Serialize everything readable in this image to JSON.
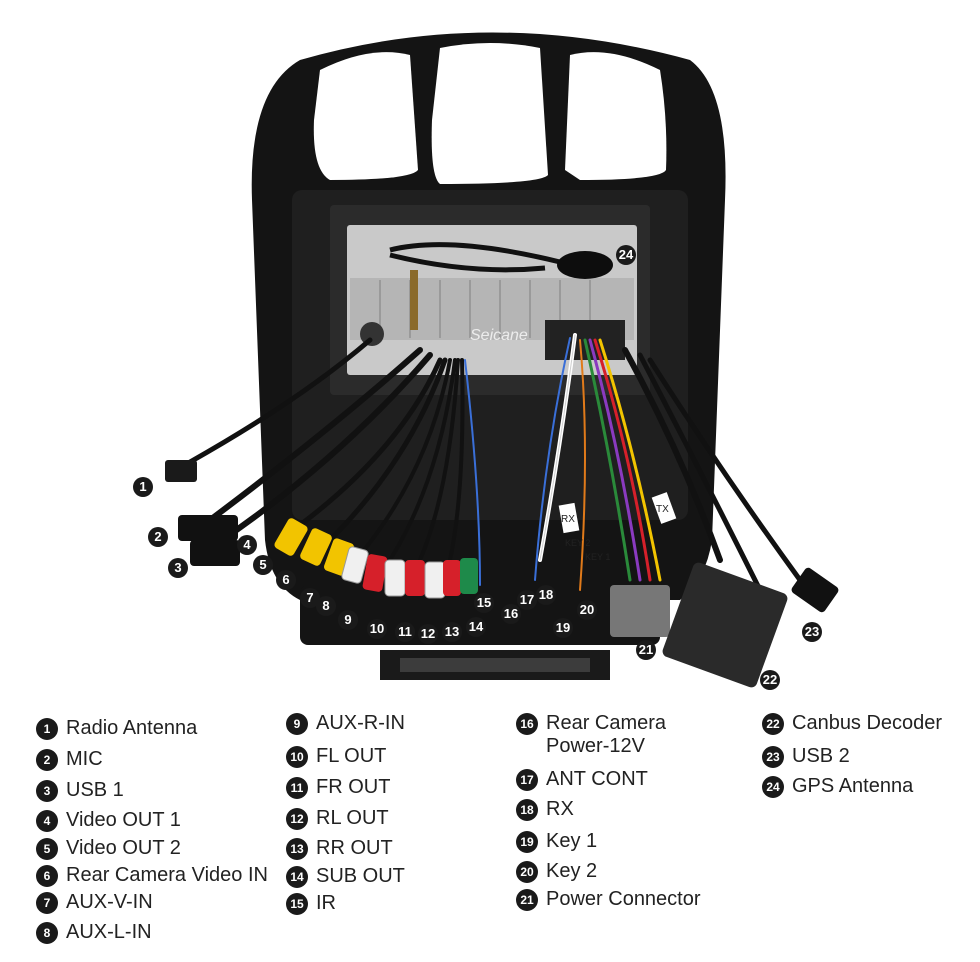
{
  "brand_watermark": "Seicane",
  "ports": [
    {
      "num": "1",
      "label": "Radio Antenna"
    },
    {
      "num": "2",
      "label": "MIC"
    },
    {
      "num": "3",
      "label": "USB 1"
    },
    {
      "num": "4",
      "label": "Video OUT 1"
    },
    {
      "num": "5",
      "label": "Video OUT 2"
    },
    {
      "num": "6",
      "label": "Rear Camera Video IN"
    },
    {
      "num": "7",
      "label": "AUX-V-IN"
    },
    {
      "num": "8",
      "label": "AUX-L-IN"
    },
    {
      "num": "9",
      "label": "AUX-R-IN"
    },
    {
      "num": "10",
      "label": "FL OUT"
    },
    {
      "num": "11",
      "label": "FR OUT"
    },
    {
      "num": "12",
      "label": "RL OUT"
    },
    {
      "num": "13",
      "label": "RR OUT"
    },
    {
      "num": "14",
      "label": "SUB OUT"
    },
    {
      "num": "15",
      "label": "IR"
    },
    {
      "num": "16",
      "label": "Rear Camera\nPower-12V"
    },
    {
      "num": "17",
      "label": "ANT CONT"
    },
    {
      "num": "18",
      "label": "RX"
    },
    {
      "num": "19",
      "label": "Key 1"
    },
    {
      "num": "20",
      "label": "Key 2"
    },
    {
      "num": "21",
      "label": "Power Connector"
    },
    {
      "num": "22",
      "label": "Canbus Decoder"
    },
    {
      "num": "23",
      "label": "USB 2"
    },
    {
      "num": "24",
      "label": "GPS Antenna"
    }
  ],
  "cable_tags": {
    "rx": "RX",
    "tx": "TX",
    "key2": "KEY 2",
    "key1": "KEY 1"
  },
  "colors": {
    "frame": "#141414",
    "badge": "#1a1a1a",
    "rca_yellow": "#f2c400",
    "rca_red": "#d6202a",
    "rca_white": "#f0f0f0",
    "rca_green": "#1e8a4a",
    "chassis": "#c9c9c9"
  }
}
